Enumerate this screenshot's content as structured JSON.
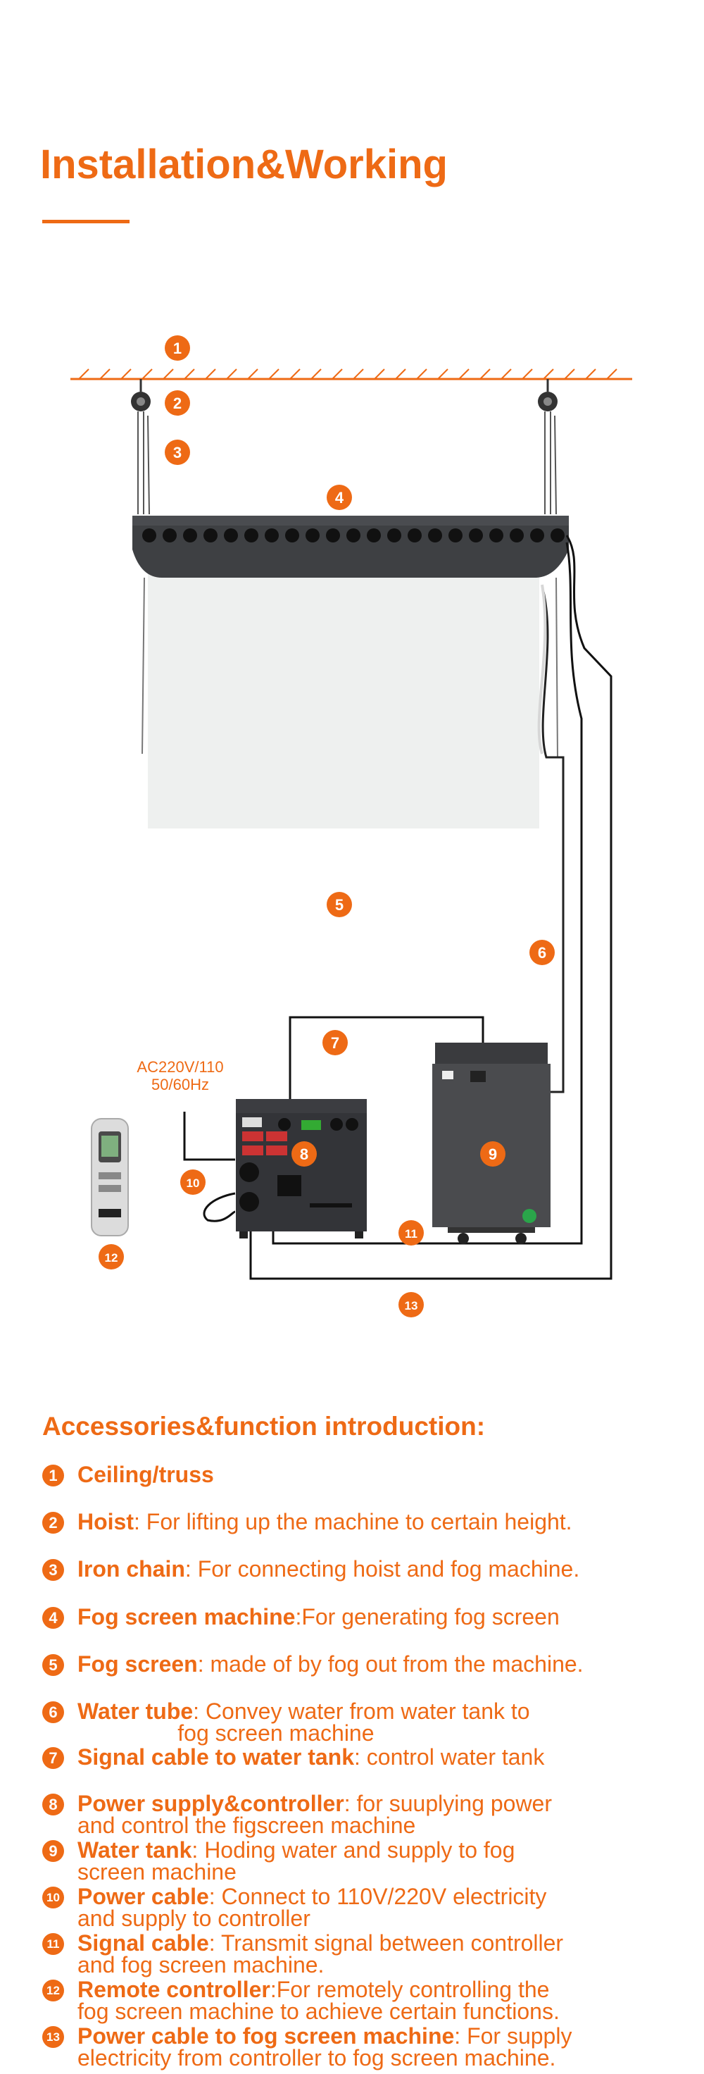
{
  "title": "Installation&Working",
  "diagram": {
    "power_label_line1": "AC220V/110",
    "power_label_line2": "50/60Hz",
    "callouts": [
      "1",
      "2",
      "3",
      "4",
      "5",
      "6",
      "7",
      "8",
      "9",
      "10",
      "11",
      "12",
      "13"
    ]
  },
  "accessories": {
    "heading": "Accessories&function introduction:",
    "items": [
      {
        "num": "1",
        "name": "Ceiling/truss",
        "desc": ""
      },
      {
        "num": "2",
        "name": "Hoist",
        "desc": ": For lifting up the machine to certain height."
      },
      {
        "num": "3",
        "name": "Iron chain",
        "desc": ": For connecting hoist and fog machine."
      },
      {
        "num": "4",
        "name": "Fog screen machine",
        "desc": ":For generating fog screen"
      },
      {
        "num": "5",
        "name": "Fog screen",
        "desc": ": made of by fog out from the machine."
      },
      {
        "num": "6",
        "name": "Water tube",
        "desc": ": Convey water from water tank to\n                fog screen machine"
      },
      {
        "num": "7",
        "name": "Signal cable to water tank",
        "desc": ": control water tank"
      },
      {
        "num": "8",
        "name": "Power supply&controller",
        "desc": ": for suuplying power\nand control the figscreen machine"
      },
      {
        "num": "9",
        "name": "Water tank",
        "desc": ": Hoding water and supply to fog\nscreen machine"
      },
      {
        "num": "10",
        "name": "Power cable",
        "desc": ": Connect to 110V/220V electricity\nand supply to controller"
      },
      {
        "num": "11",
        "name": "Signal cable",
        "desc": ": Transmit signal between controller\nand fog screen machine."
      },
      {
        "num": "12",
        "name": "Remote controller",
        "desc": ":For remotely controlling the\nfog screen machine to achieve certain functions."
      },
      {
        "num": "13",
        "name": "Power cable to fog screen machine",
        "desc": ": For supply\nelectricity from controller to fog screen machine."
      }
    ]
  }
}
